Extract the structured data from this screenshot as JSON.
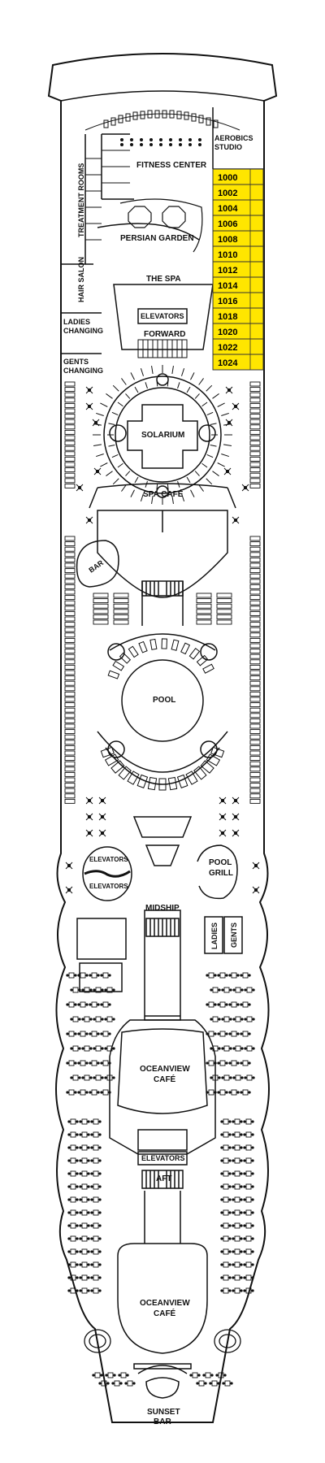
{
  "colors": {
    "hull": "#111111",
    "background": "#ffffff",
    "stateroom_fill": "#ffe600",
    "stateroom_stroke": "#333333"
  },
  "areas": {
    "aerobics_studio": [
      "AEROBICS",
      "STUDIO"
    ],
    "fitness_center": "FITNESS CENTER",
    "treatment_rooms": "TREATMENT ROOMS",
    "persian_garden": "PERSIAN GARDEN",
    "hair_salon": "HAIR SALON",
    "the_spa": "THE SPA",
    "ladies_changing": [
      "LADIES",
      "CHANGING"
    ],
    "gents_changing": [
      "GENTS",
      "CHANGING"
    ],
    "elevators_forward": "ELEVATORS",
    "forward": "FORWARD",
    "solarium": "SOLARIUM",
    "spa_cafe": "SPA CAFÉ",
    "bar": "BAR",
    "pool": "POOL",
    "elevators_mid_1": "ELEVATORS",
    "elevators_mid_2": "ELEVATORS",
    "pool_grill": [
      "POOL",
      "GRILL"
    ],
    "midship": "MIDSHIP",
    "ladies": "LADIES",
    "gents": "GENTS",
    "oceanview_cafe_1": [
      "OCEANVIEW",
      "CAFÉ"
    ],
    "elevators_aft": "ELEVATORS",
    "aft": "AFT",
    "oceanview_cafe_2": [
      "OCEANVIEW",
      "CAFÉ"
    ],
    "sunset_bar": [
      "SUNSET",
      "BAR"
    ]
  },
  "staterooms": [
    "1000",
    "1002",
    "1004",
    "1006",
    "1008",
    "1010",
    "1012",
    "1014",
    "1016",
    "1018",
    "1020",
    "1022",
    "1024"
  ]
}
